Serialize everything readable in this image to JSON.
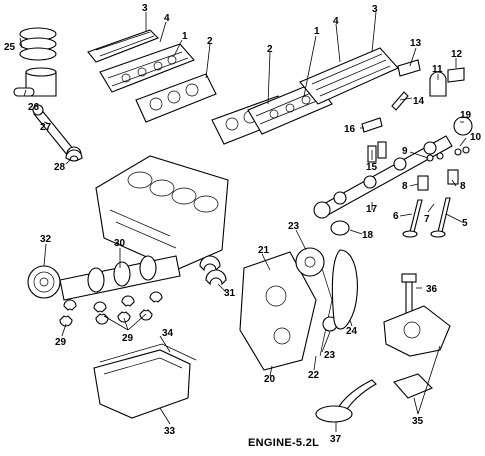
{
  "caption": "ENGINE-5.2L",
  "callouts": [
    "1",
    "2",
    "3",
    "4",
    "5",
    "6",
    "7",
    "8",
    "9",
    "10",
    "11",
    "12",
    "13",
    "14",
    "15",
    "16",
    "17",
    "18",
    "19",
    "20",
    "21",
    "22",
    "23",
    "24",
    "25",
    "26",
    "27",
    "28",
    "29",
    "30",
    "31",
    "32",
    "33",
    "34",
    "35",
    "36",
    "37"
  ],
  "labels": {
    "l3a": "3",
    "l4a": "4",
    "l1a": "1",
    "l2a": "2",
    "l2b": "2",
    "l1b": "1",
    "l4b": "4",
    "l3b": "3",
    "l13": "13",
    "l12": "12",
    "l11": "11",
    "l14": "14",
    "l25": "25",
    "l26": "26",
    "l27": "27",
    "l28": "28",
    "l16": "16",
    "l15": "15",
    "l19": "19",
    "l10": "10",
    "l9": "9",
    "l8a": "8",
    "l8b": "8",
    "l17": "17",
    "l6": "6",
    "l7": "7",
    "l5": "5",
    "l18": "18",
    "l23a": "23",
    "l23b": "23",
    "l21": "21",
    "l24": "24",
    "l22": "22",
    "l20": "20",
    "l32": "32",
    "l30": "30",
    "l31": "31",
    "l29a": "29",
    "l29b": "29",
    "l34": "34",
    "l33": "33",
    "l36": "36",
    "l35": "35",
    "l37": "37"
  }
}
